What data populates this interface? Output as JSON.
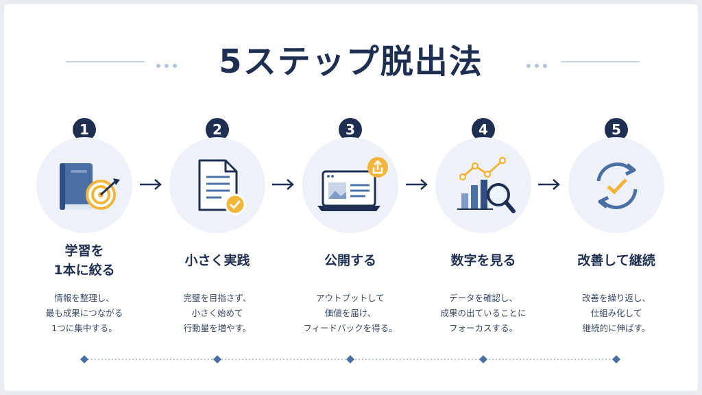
{
  "title": "5ステップ脱出法",
  "steps": [
    {
      "number": "1",
      "label_lines": [
        "学習を",
        "1本に絞る"
      ],
      "desc_lines": [
        "情報を整理し、",
        "最も成果につながる",
        "1つに集中する。"
      ],
      "icon": "book-target-icon"
    },
    {
      "number": "2",
      "label_lines": [
        "小さく実践"
      ],
      "desc_lines": [
        "完璧を目指さず、",
        "小さく始めて",
        "行動量を増やす。"
      ],
      "icon": "document-check-icon"
    },
    {
      "number": "3",
      "label_lines": [
        "公開する"
      ],
      "desc_lines": [
        "アウトプットして",
        "価値を届け、",
        "フィードバックを得る。"
      ],
      "icon": "laptop-upload-icon"
    },
    {
      "number": "4",
      "label_lines": [
        "数字を見る"
      ],
      "desc_lines": [
        "データを確認し、",
        "成果の出ていることに",
        "フォーカスする。"
      ],
      "icon": "chart-magnifier-icon"
    },
    {
      "number": "5",
      "label_lines": [
        "改善して継続"
      ],
      "desc_lines": [
        "改善を繰り返し、",
        "仕組み化して",
        "継続的に伸ばす。"
      ],
      "icon": "cycle-check-icon"
    }
  ],
  "colors": {
    "navy": "#1e2f52",
    "accent_blue": "#4a6fa5",
    "gold": "#f2b53a",
    "disc": "#eef2f8"
  }
}
